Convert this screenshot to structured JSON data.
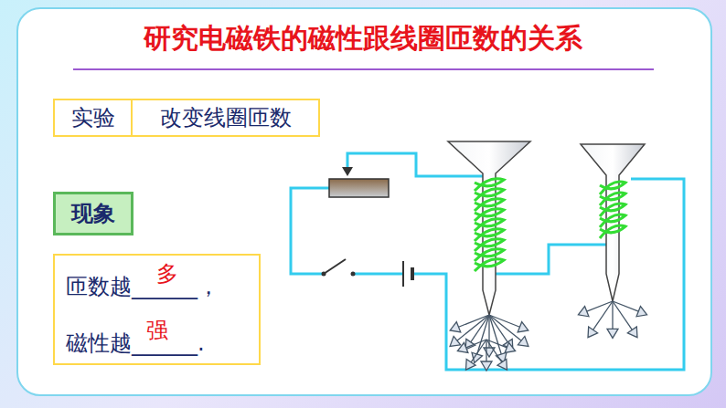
{
  "diagram": {
    "title": "研究电磁铁的磁性跟线圈匝数的关系",
    "nodes": [
      {
        "text": [
          "实验"
        ]
      },
      {
        "text": [
          "改变线圈匝数"
        ]
      },
      {
        "text": [
          "现象"
        ]
      },
      {
        "text": [
          "匝数越______，",
          "多",
          "磁性越______.",
          "强"
        ]
      }
    ]
  }
}
